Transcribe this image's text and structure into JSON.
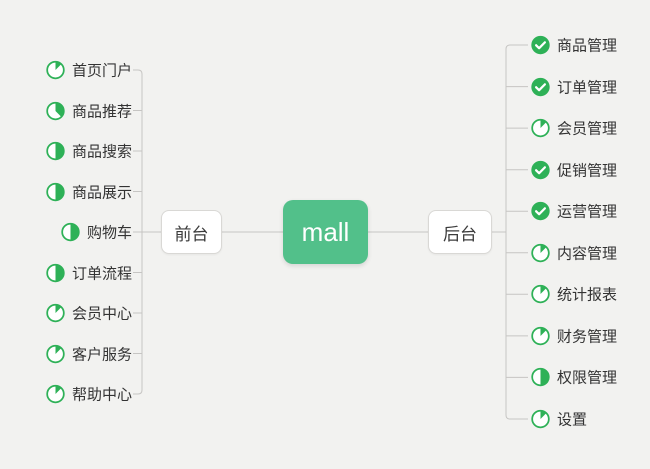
{
  "map": {
    "center": {
      "label": "mall"
    },
    "left": {
      "node": "前台",
      "items": [
        {
          "label": "首页门户",
          "status": "progress",
          "progress": 0.125
        },
        {
          "label": "商品推荐",
          "status": "progress",
          "progress": 0.375
        },
        {
          "label": "商品搜索",
          "status": "progress",
          "progress": 0.5
        },
        {
          "label": "商品展示",
          "status": "progress",
          "progress": 0.5
        },
        {
          "label": "购物车",
          "status": "progress",
          "progress": 0.5
        },
        {
          "label": "订单流程",
          "status": "progress",
          "progress": 0.5
        },
        {
          "label": "会员中心",
          "status": "progress",
          "progress": 0.125
        },
        {
          "label": "客户服务",
          "status": "progress",
          "progress": 0.125
        },
        {
          "label": "帮助中心",
          "status": "progress",
          "progress": 0.125
        }
      ]
    },
    "right": {
      "node": "后台",
      "items": [
        {
          "label": "商品管理",
          "status": "done",
          "progress": 1
        },
        {
          "label": "订单管理",
          "status": "done",
          "progress": 1
        },
        {
          "label": "会员管理",
          "status": "progress",
          "progress": 0.125
        },
        {
          "label": "促销管理",
          "status": "done",
          "progress": 1
        },
        {
          "label": "运营管理",
          "status": "done",
          "progress": 1
        },
        {
          "label": "内容管理",
          "status": "progress",
          "progress": 0.125
        },
        {
          "label": "统计报表",
          "status": "progress",
          "progress": 0.125
        },
        {
          "label": "财务管理",
          "status": "progress",
          "progress": 0.125
        },
        {
          "label": "权限管理",
          "status": "progress",
          "progress": 0.5
        },
        {
          "label": "设置",
          "status": "progress",
          "progress": 0.125
        }
      ]
    }
  },
  "colors": {
    "background": "#f2f2f0",
    "node_green": "#52c08a",
    "icon_green": "#2eb157",
    "line": "#c6c5c3",
    "text": "#333333"
  }
}
